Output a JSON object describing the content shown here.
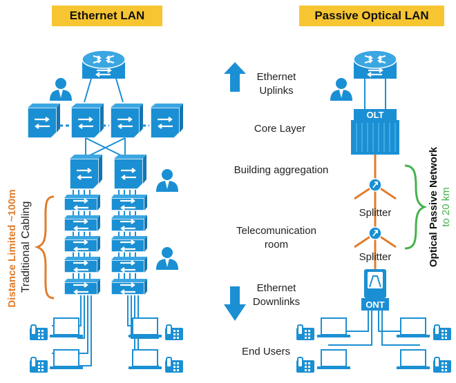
{
  "headers": {
    "ethernet_lan": "Ethernet LAN",
    "passive_optical_lan": "Passive Optical LAN"
  },
  "middle_labels": {
    "ethernet_uplinks_1": "Ethernet",
    "ethernet_uplinks_2": "Uplinks",
    "core_layer": "Core Layer",
    "building_aggregation": "Building aggregation",
    "telecom_room_1": "Telecomunication",
    "telecom_room_2": "room",
    "ethernet_downlinks_1": "Ethernet",
    "ethernet_downlinks_2": "Downlinks",
    "end_users": "End Users"
  },
  "device_labels": {
    "olt": "OLT",
    "ont": "ONT",
    "splitter_top": "Splitter",
    "splitter_bottom": "Splitter"
  },
  "side_labels": {
    "distance_limited": "Distance Limited ~100m",
    "traditional_cabling": "Traditional Cabling",
    "optical_passive_network": "Optical Passive Network",
    "to_20km": "to 20 km"
  },
  "colors": {
    "header_bg": "#f7c531",
    "device_blue": "#1b8fd3",
    "arrow_blue": "#1b8fd3",
    "fiber_orange": "#e07d2c",
    "brace_orange": "#e07d2c",
    "brace_green": "#45b24a",
    "text_orange": "#e07d2c",
    "text_green": "#45b24a"
  }
}
